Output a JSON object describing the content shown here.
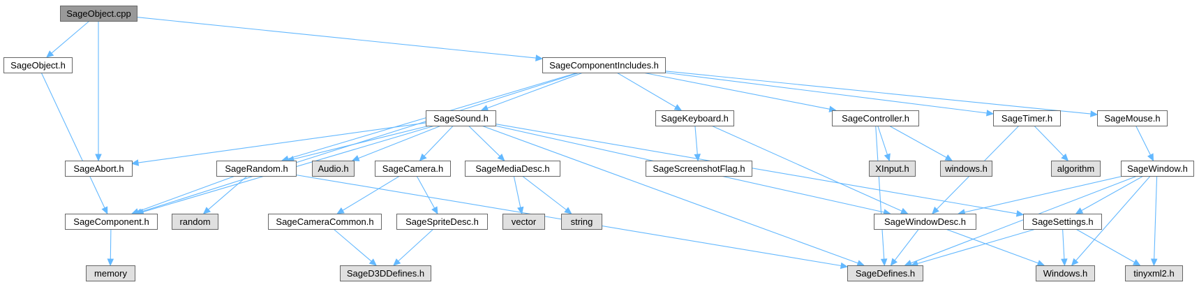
{
  "colors": {
    "edge": "#63b8ff",
    "node_fill": "#ffffff",
    "external_fill": "#e0e0e0",
    "root_fill": "#999999",
    "node_border": "#666666",
    "text": "#000000"
  },
  "nodes": [
    {
      "id": "sageobject_cpp",
      "label": "SageObject.cpp",
      "kind": "root"
    },
    {
      "id": "sageobject_h",
      "label": "SageObject.h",
      "kind": "file"
    },
    {
      "id": "sagecomponentincludes_h",
      "label": "SageComponentIncludes.h",
      "kind": "file"
    },
    {
      "id": "sagesound_h",
      "label": "SageSound.h",
      "kind": "file"
    },
    {
      "id": "sagekeyboard_h",
      "label": "SageKeyboard.h",
      "kind": "file"
    },
    {
      "id": "sagecontroller_h",
      "label": "SageController.h",
      "kind": "file"
    },
    {
      "id": "sagetimer_h",
      "label": "SageTimer.h",
      "kind": "file"
    },
    {
      "id": "sagemouse_h",
      "label": "SageMouse.h",
      "kind": "file"
    },
    {
      "id": "sageabort_h",
      "label": "SageAbort.h",
      "kind": "file"
    },
    {
      "id": "sagerandom_h",
      "label": "SageRandom.h",
      "kind": "file"
    },
    {
      "id": "audio_h",
      "label": "Audio.h",
      "kind": "external"
    },
    {
      "id": "sagecamera_h",
      "label": "SageCamera.h",
      "kind": "file"
    },
    {
      "id": "sagemediadesc_h",
      "label": "SageMediaDesc.h",
      "kind": "file"
    },
    {
      "id": "sagescreenshotflag_h",
      "label": "SageScreenshotFlag.h",
      "kind": "file"
    },
    {
      "id": "xinput_h",
      "label": "XInput.h",
      "kind": "external"
    },
    {
      "id": "windows_h_lower",
      "label": "windows.h",
      "kind": "external"
    },
    {
      "id": "algorithm",
      "label": "algorithm",
      "kind": "external"
    },
    {
      "id": "sagewindow_h",
      "label": "SageWindow.h",
      "kind": "file"
    },
    {
      "id": "sagecomponent_h",
      "label": "SageComponent.h",
      "kind": "file"
    },
    {
      "id": "random",
      "label": "random",
      "kind": "external"
    },
    {
      "id": "sagecameracommon_h",
      "label": "SageCameraCommon.h",
      "kind": "file"
    },
    {
      "id": "sagespritedesc_h",
      "label": "SageSpriteDesc.h",
      "kind": "file"
    },
    {
      "id": "vector",
      "label": "vector",
      "kind": "external"
    },
    {
      "id": "string",
      "label": "string",
      "kind": "external"
    },
    {
      "id": "sagewindowdesc_h",
      "label": "SageWindowDesc.h",
      "kind": "file"
    },
    {
      "id": "sagesettings_h",
      "label": "SageSettings.h",
      "kind": "file"
    },
    {
      "id": "memory",
      "label": "memory",
      "kind": "external"
    },
    {
      "id": "saged3ddefines_h",
      "label": "SageD3DDefines.h",
      "kind": "external"
    },
    {
      "id": "sagedefines_h",
      "label": "SageDefines.h",
      "kind": "external"
    },
    {
      "id": "windows_h_upper",
      "label": "Windows.h",
      "kind": "external"
    },
    {
      "id": "tinyxml2_h",
      "label": "tinyxml2.h",
      "kind": "external"
    }
  ],
  "edges": [
    {
      "from": "sageobject_cpp",
      "to": "sageobject_h"
    },
    {
      "from": "sageobject_cpp",
      "to": "sageabort_h"
    },
    {
      "from": "sageobject_cpp",
      "to": "sagecomponentincludes_h"
    },
    {
      "from": "sageobject_h",
      "to": "sagecomponent_h"
    },
    {
      "from": "sagecomponentincludes_h",
      "to": "sagecomponent_h"
    },
    {
      "from": "sagecomponentincludes_h",
      "to": "sagerandom_h"
    },
    {
      "from": "sagecomponentincludes_h",
      "to": "sagesound_h"
    },
    {
      "from": "sagecomponentincludes_h",
      "to": "sagekeyboard_h"
    },
    {
      "from": "sagecomponentincludes_h",
      "to": "sagecontroller_h"
    },
    {
      "from": "sagecomponentincludes_h",
      "to": "sagetimer_h"
    },
    {
      "from": "sagecomponentincludes_h",
      "to": "sagemouse_h"
    },
    {
      "from": "sagesound_h",
      "to": "sageabort_h"
    },
    {
      "from": "sagesound_h",
      "to": "sagecomponent_h"
    },
    {
      "from": "sagesound_h",
      "to": "sagerandom_h"
    },
    {
      "from": "sagesound_h",
      "to": "audio_h"
    },
    {
      "from": "sagesound_h",
      "to": "sagecamera_h"
    },
    {
      "from": "sagesound_h",
      "to": "sagemediadesc_h"
    },
    {
      "from": "sagesound_h",
      "to": "sagewindowdesc_h"
    },
    {
      "from": "sagesound_h",
      "to": "sagesettings_h"
    },
    {
      "from": "sagesound_h",
      "to": "sagedefines_h"
    },
    {
      "from": "sagekeyboard_h",
      "to": "sagescreenshotflag_h"
    },
    {
      "from": "sagekeyboard_h",
      "to": "sagewindowdesc_h"
    },
    {
      "from": "sagecontroller_h",
      "to": "xinput_h"
    },
    {
      "from": "sagecontroller_h",
      "to": "windows_h_lower"
    },
    {
      "from": "sagecontroller_h",
      "to": "sagedefines_h"
    },
    {
      "from": "sagetimer_h",
      "to": "algorithm"
    },
    {
      "from": "sagetimer_h",
      "to": "sagewindowdesc_h"
    },
    {
      "from": "sagemouse_h",
      "to": "sagewindow_h"
    },
    {
      "from": "sagewindow_h",
      "to": "sagewindowdesc_h"
    },
    {
      "from": "sagewindow_h",
      "to": "sagesettings_h"
    },
    {
      "from": "sagewindow_h",
      "to": "windows_h_upper"
    },
    {
      "from": "sagewindow_h",
      "to": "tinyxml2_h"
    },
    {
      "from": "sagewindow_h",
      "to": "sagedefines_h"
    },
    {
      "from": "sagerandom_h",
      "to": "sagecomponent_h"
    },
    {
      "from": "sagerandom_h",
      "to": "random"
    },
    {
      "from": "sagerandom_h",
      "to": "sagedefines_h"
    },
    {
      "from": "sagecomponent_h",
      "to": "memory"
    },
    {
      "from": "sagecamera_h",
      "to": "sagecameracommon_h"
    },
    {
      "from": "sagecamera_h",
      "to": "sagespritedesc_h"
    },
    {
      "from": "sagecameracommon_h",
      "to": "saged3ddefines_h"
    },
    {
      "from": "sagespritedesc_h",
      "to": "saged3ddefines_h"
    },
    {
      "from": "sagemediadesc_h",
      "to": "vector"
    },
    {
      "from": "sagemediadesc_h",
      "to": "string"
    },
    {
      "from": "sagewindowdesc_h",
      "to": "sagedefines_h"
    },
    {
      "from": "sagewindowdesc_h",
      "to": "windows_h_upper"
    },
    {
      "from": "sagesettings_h",
      "to": "sagedefines_h"
    },
    {
      "from": "sagesettings_h",
      "to": "windows_h_upper"
    },
    {
      "from": "sagesettings_h",
      "to": "tinyxml2_h"
    }
  ]
}
